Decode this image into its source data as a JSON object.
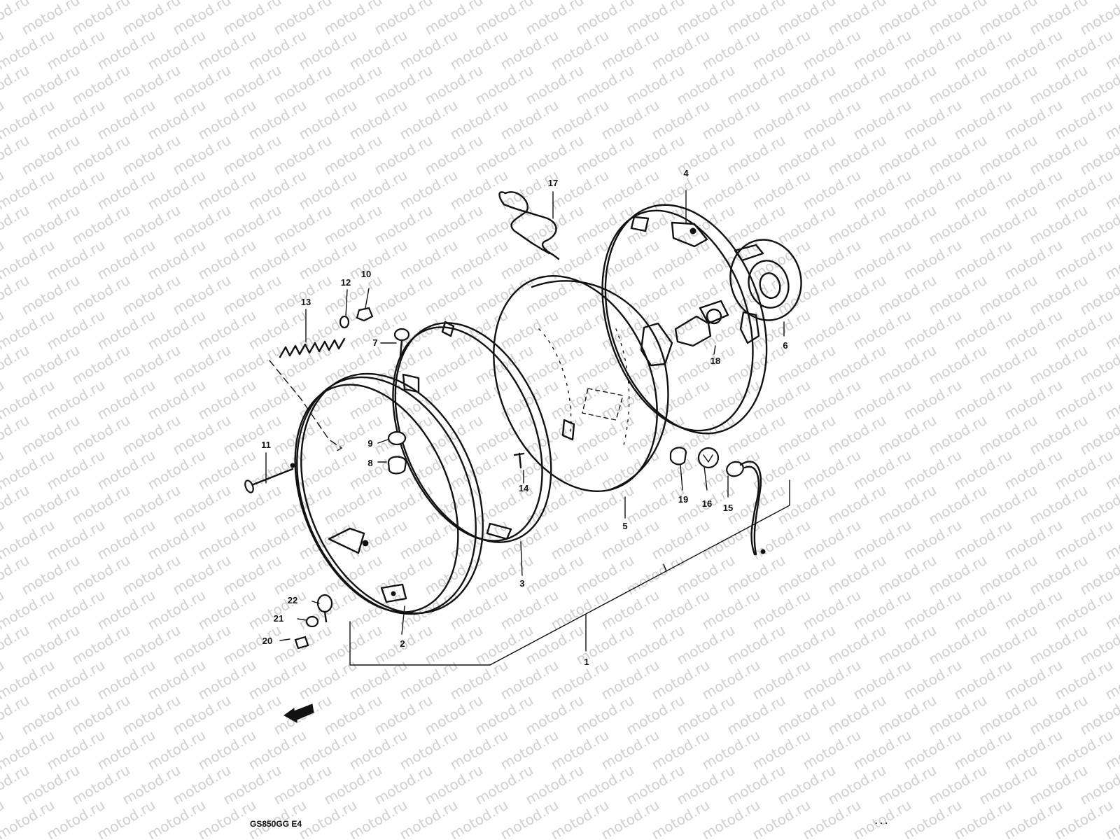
{
  "watermark": {
    "text": "motod.ru",
    "color": "#cfcfcf"
  },
  "model_caption": "GS850GG E4",
  "callouts": [
    {
      "key": "l1",
      "text": "1"
    },
    {
      "key": "l2",
      "text": "2"
    },
    {
      "key": "l3",
      "text": "3"
    },
    {
      "key": "l4",
      "text": "4"
    },
    {
      "key": "l5",
      "text": "5"
    },
    {
      "key": "l6",
      "text": "6"
    },
    {
      "key": "l7",
      "text": "7"
    },
    {
      "key": "l8",
      "text": "8"
    },
    {
      "key": "l9",
      "text": "9"
    },
    {
      "key": "l10",
      "text": "10"
    },
    {
      "key": "l11",
      "text": "11"
    },
    {
      "key": "l12",
      "text": "12"
    },
    {
      "key": "l13",
      "text": "13"
    },
    {
      "key": "l14",
      "text": "14"
    },
    {
      "key": "l15",
      "text": "15"
    },
    {
      "key": "l16",
      "text": "16"
    },
    {
      "key": "l17",
      "text": "17"
    },
    {
      "key": "l18",
      "text": "18"
    },
    {
      "key": "l19",
      "text": "19"
    },
    {
      "key": "l20",
      "text": "20"
    },
    {
      "key": "l21",
      "text": "21"
    },
    {
      "key": "l22",
      "text": "22"
    }
  ],
  "colors": {
    "line": "#111111",
    "background": "#ffffff"
  }
}
